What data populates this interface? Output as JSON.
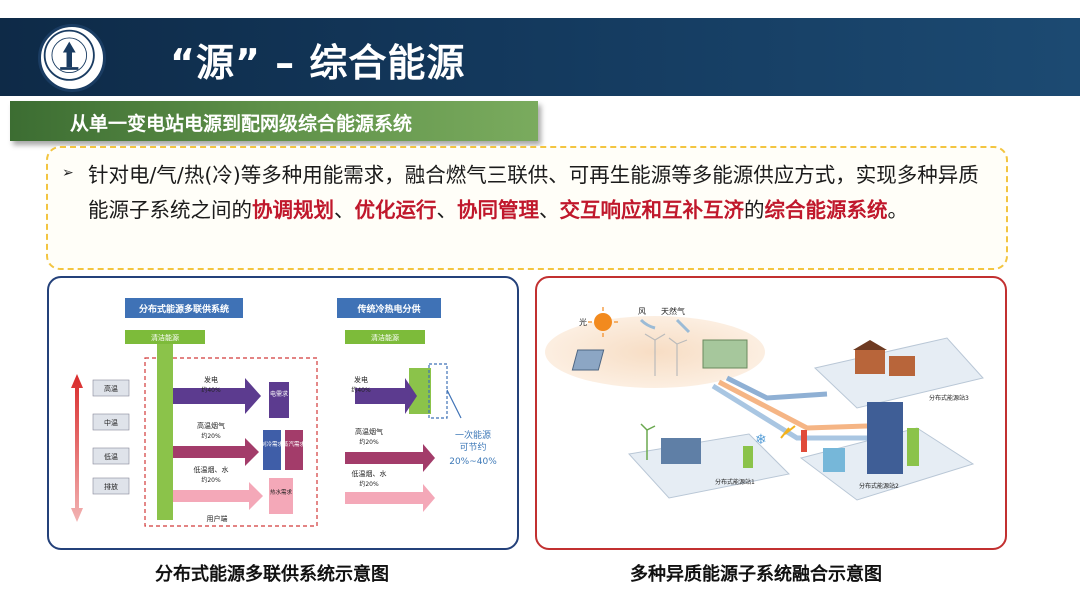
{
  "header": {
    "title": "“源” – 综合能源"
  },
  "section": {
    "banner": "从单一变电站电源到配网级综合能源系统"
  },
  "body": {
    "p1": "针对电/气/热(冷)等多种用能需求，融合燃气三联供、可再生能源等多能源供应方式，实现多种异质能源子系统之间的",
    "h1": "协调规划",
    "sep1": "、",
    "h2": "优化运行",
    "sep2": "、",
    "h3": "协同管理",
    "sep3": "、",
    "h4": "交互响应和互补互济",
    "p2": "的",
    "h5": "综合能源系统",
    "p3": "。"
  },
  "left_figure": {
    "label_dist": "分布式能源多联供系统",
    "label_trad": "传统冷热电分供",
    "fuel": "清洁能源",
    "fuel2": "清洁能源",
    "levels": [
      "高温",
      "中温",
      "低温",
      "排放"
    ],
    "power_a": "发电",
    "power_a_pct": "约40%",
    "gas_a": "高温烟气",
    "gas_a_pct": "约20%",
    "low_a": "低温烟、水",
    "low_a_pct": "约20%",
    "power_b": "发电",
    "power_b_pct": "约40%",
    "gas_b": "高温烟气",
    "gas_b_pct": "约20%",
    "low_b": "低温烟、水",
    "low_b_pct": "约20%",
    "demand_elec": "电需求",
    "demand_cool": "制冷需求",
    "demand_steam": "蒸汽需求",
    "demand_hot": "热水需求",
    "user_end": "用户端",
    "saving_line1": "一次能源",
    "saving_line2": "可节约",
    "saving_line3": "20%~40%"
  },
  "right_figure": {
    "sun": "光",
    "wind": "风",
    "gas": "天然气",
    "sub1": "分布式能源站1",
    "sub2": "分布式能源站2",
    "sub3": "分布式能源站3"
  },
  "captions": {
    "left": "分布式能源多联供系统示意图",
    "right": "多种异质能源子系统融合示意图"
  },
  "colors": {
    "header": "#13385c",
    "banner": "#5f9149",
    "highlight": "#c0182c",
    "left_border": "#24417a",
    "right_border": "#c23030"
  }
}
